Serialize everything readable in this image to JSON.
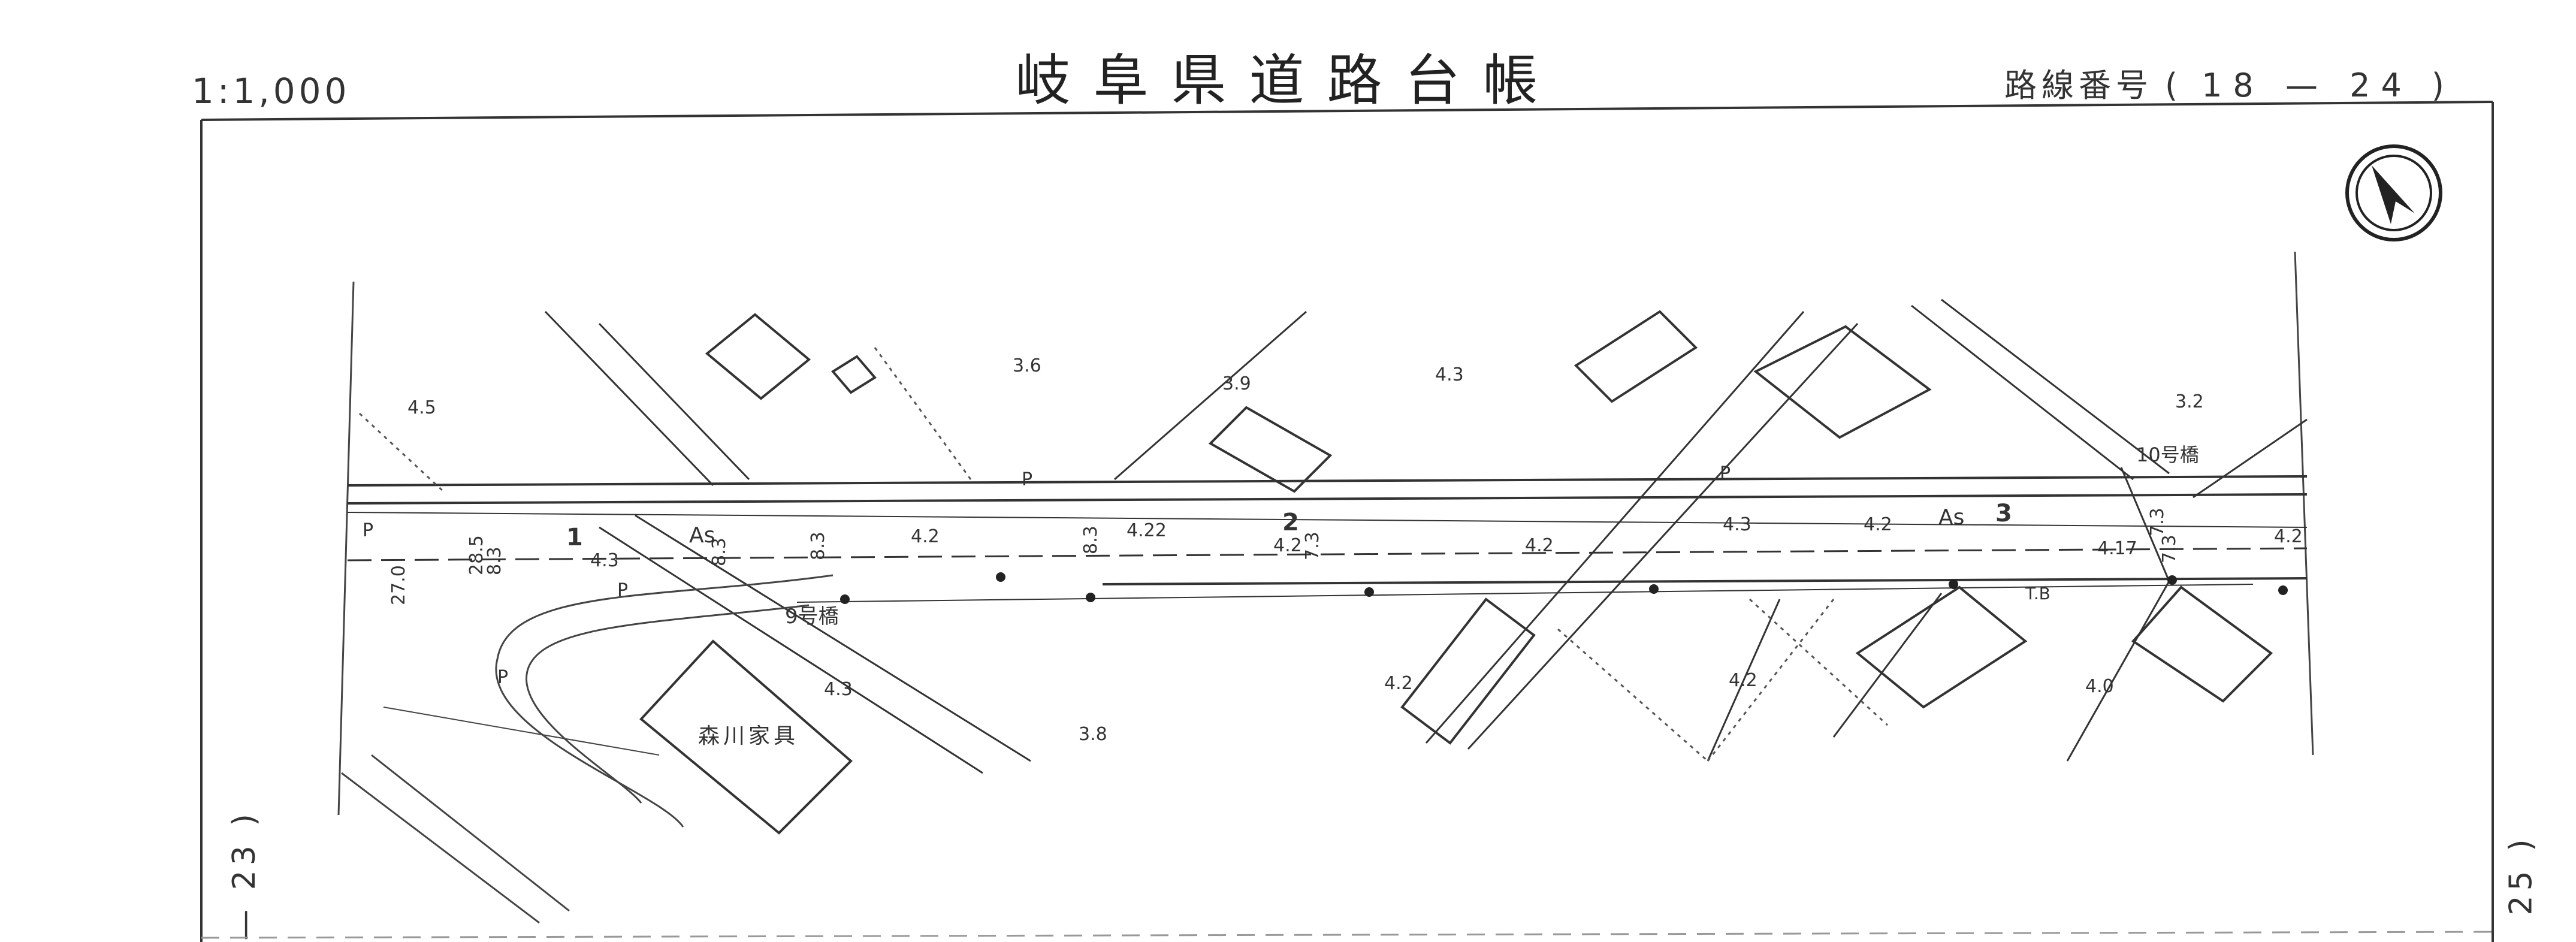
{
  "header": {
    "title": "岐阜県道路台帳",
    "scale": "1:1,000",
    "route_label": "路線番号",
    "route_open": "(",
    "route_number": "18 — 24",
    "route_close": ")"
  },
  "sheet": {
    "prev": "— 23 )",
    "next": "25 )"
  },
  "map_labels": {
    "bridge_9": "9号橋",
    "bridge_10": "10号橋",
    "furniture_store": "森川家具",
    "surface_1": "As",
    "surface_2": "As",
    "station_1": "1",
    "station_2": "2",
    "station_3": "3",
    "tb": "T.B",
    "parking_1": "P",
    "parking_2": "P",
    "parking_3": "P",
    "parking_4": "P",
    "parking_5": "P",
    "width_27": "27.0",
    "width_285": "28.5",
    "width_83a": "8.3",
    "width_83b": "8.3",
    "width_83c": "8.3",
    "width_83d": "8.3",
    "width_73a": "7.3",
    "width_73b": "7.3",
    "width_73c": "7.3",
    "elev_45": "4.5",
    "elev_36": "3.6",
    "elev_39": "3.9",
    "elev_43a": "4.3",
    "elev_43b": "4.3",
    "elev_43c": "4.3",
    "elev_43d": "4.3",
    "elev_32": "3.2",
    "elev_42a": "4.2",
    "elev_422": "4.22",
    "elev_42b": "4.2",
    "elev_42c": "4.2",
    "elev_42d": "4.2",
    "elev_42e": "4.2",
    "elev_42f": "4.2",
    "elev_42g": "4.2",
    "elev_417": "4.17",
    "elev_38": "3.8",
    "elev_40": "4.0"
  },
  "icons": {
    "north_arrow": "north-arrow-icon"
  }
}
